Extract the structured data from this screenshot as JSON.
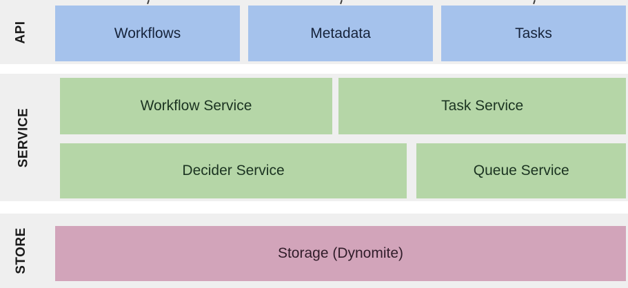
{
  "layers": {
    "api": {
      "label": "API",
      "boxes": [
        "Workflows",
        "Metadata",
        "Tasks"
      ]
    },
    "service": {
      "label": "SERVICE",
      "row1": [
        "Workflow Service",
        "Task Service"
      ],
      "row2": [
        "Decider Service",
        "Queue Service"
      ]
    },
    "store": {
      "label": "STORE",
      "boxes": [
        "Storage (Dynomite)"
      ]
    }
  },
  "colors": {
    "band-bg": "#efefef",
    "gap-bg": "#ffffff",
    "api-box-bg": "#a5c2ec",
    "service-box-bg": "#b5d6a7",
    "store-box-bg": "#d2a4ba",
    "api-text": "#16233a",
    "service-text": "#1b3321",
    "store-text": "#301c29",
    "label-text": "#1a1a1a",
    "tick": "#3c3c3c"
  }
}
